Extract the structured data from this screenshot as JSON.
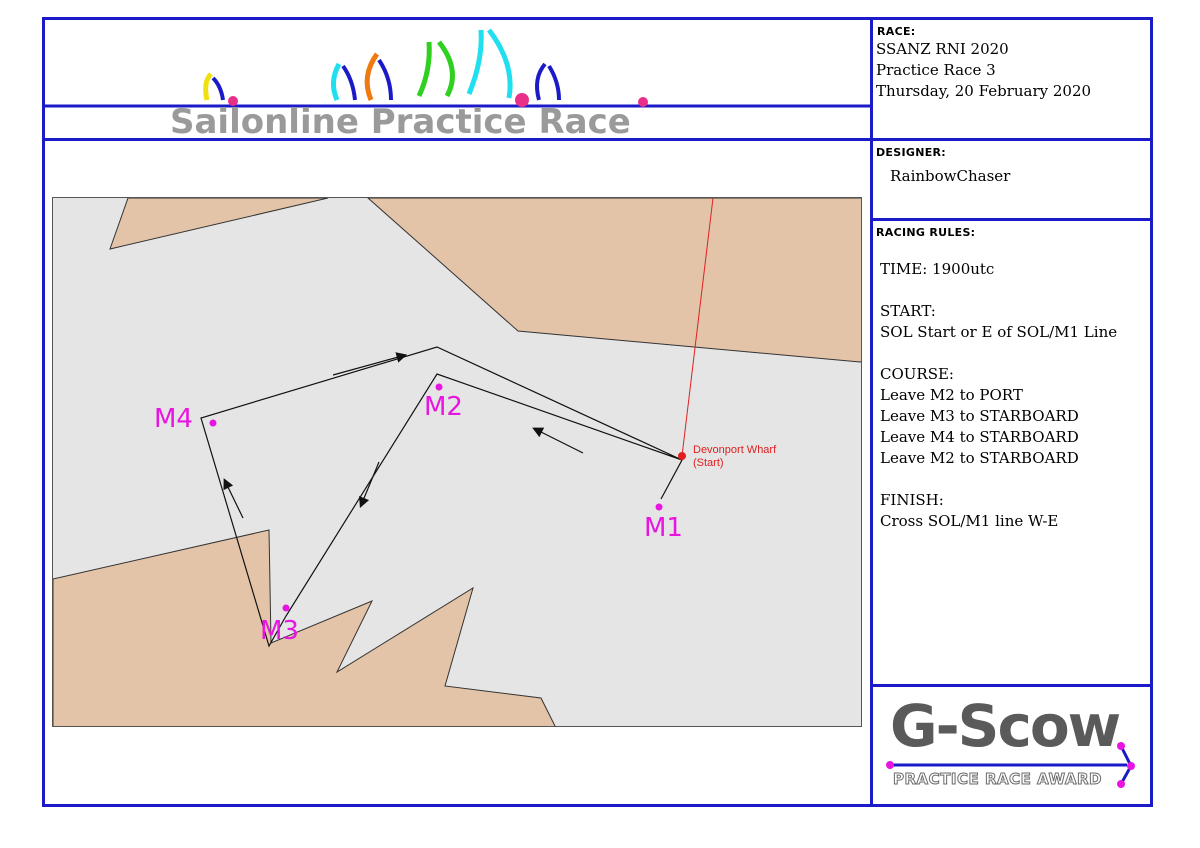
{
  "banner": {
    "title": "Sailonline Practice Race"
  },
  "race": {
    "label": "RACE:",
    "line1": "SSANZ RNI 2020",
    "line2": "Practice Race 3",
    "line3": "Thursday, 20 February 2020"
  },
  "designer": {
    "label": "DESIGNER:",
    "name": "RainbowChaser"
  },
  "rules": {
    "label": "RACING RULES:",
    "time": "TIME: 1900utc",
    "start_heading": "START:",
    "start_text": "SOL Start or E of SOL/M1 Line",
    "course_heading": "COURSE:",
    "course": [
      "Leave M2 to PORT",
      "Leave M3 to STARBOARD",
      "Leave M4 to STARBOARD",
      "Leave M2 to STARBOARD"
    ],
    "finish_heading": "FINISH:",
    "finish_text": "Cross SOL/M1 line W-E"
  },
  "map": {
    "start_label_line1": "Devonport Wharf",
    "start_label_line2": "(Start)",
    "marks": [
      "M1",
      "M2",
      "M3",
      "M4"
    ]
  },
  "logo": {
    "main": "G-Scow",
    "sub": "PRACTICE RACE AWARD"
  },
  "colors": {
    "frame": "#1a1ac8",
    "land": "#e3c4a8",
    "water": "#e5e5e5",
    "mark": "#e815e0",
    "start": "#e02020"
  }
}
